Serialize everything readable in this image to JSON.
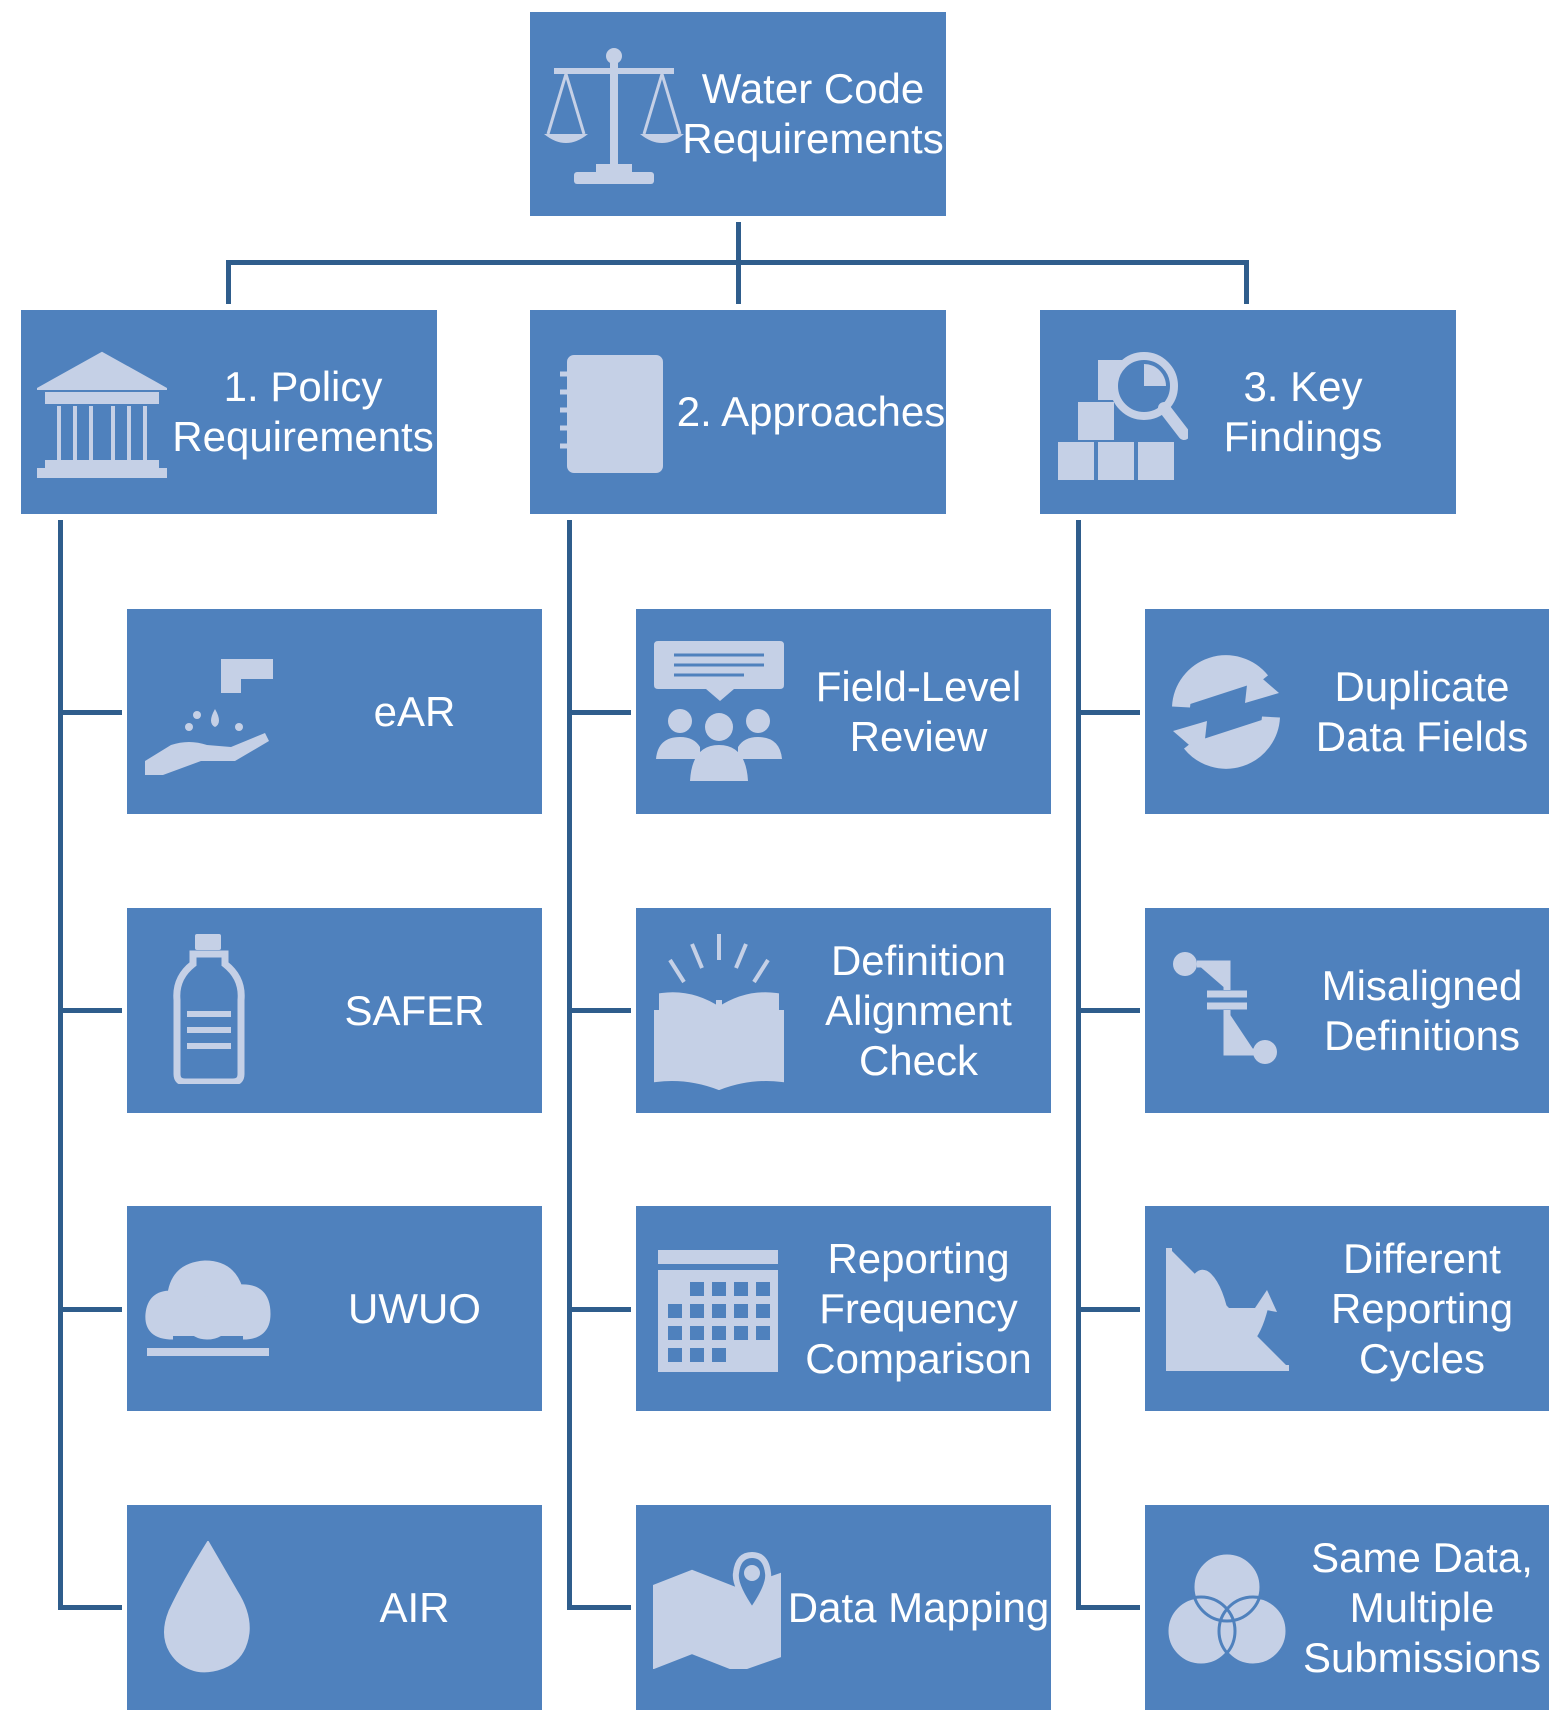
{
  "diagram": {
    "root": {
      "label": "Water Code\nRequirements",
      "icon": "scales-icon"
    },
    "columns": [
      {
        "header": {
          "label": "1. Policy\nRequirements",
          "icon": "government-building-icon"
        },
        "items": [
          {
            "label": "eAR",
            "icon": "faucet-hand-icon"
          },
          {
            "label": "SAFER",
            "icon": "water-bottle-icon"
          },
          {
            "label": "UWUO",
            "icon": "cloud-sync-icon"
          },
          {
            "label": "AIR",
            "icon": "water-drop-icon"
          }
        ]
      },
      {
        "header": {
          "label": "2. Approaches",
          "icon": "strategy-board-icon"
        },
        "items": [
          {
            "label": "Field-Level\nReview",
            "icon": "group-discussion-icon"
          },
          {
            "label": "Definition\nAlignment\nCheck",
            "icon": "open-book-icon"
          },
          {
            "label": "Reporting\nFrequency\nComparison",
            "icon": "calendar-icon"
          },
          {
            "label": "Data Mapping",
            "icon": "map-pin-icon"
          }
        ]
      },
      {
        "header": {
          "label": "3. Key\nFindings",
          "icon": "inventory-search-icon"
        },
        "items": [
          {
            "label": "Duplicate\nData Fields",
            "icon": "refresh-arrows-icon"
          },
          {
            "label": "Misaligned\nDefinitions",
            "icon": "disconnected-path-icon"
          },
          {
            "label": "Different\nReporting\nCycles",
            "icon": "wave-chart-icon"
          },
          {
            "label": "Same Data,\nMultiple\nSubmissions",
            "icon": "venn-circles-icon"
          }
        ]
      }
    ]
  },
  "colors": {
    "box": "#4f81bd",
    "connector": "#2f5d8c",
    "icon": "#c5d0e6",
    "text": "#ffffff"
  }
}
